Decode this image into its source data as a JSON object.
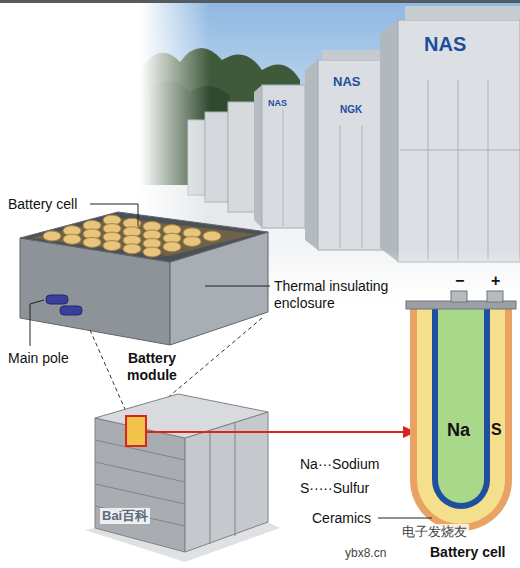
{
  "diagram": {
    "labels": [
      "NAS",
      "NAS",
      "NGK",
      "NAS",
      "Battery cell",
      "Thermal insulating enclosure",
      "Main pole",
      "Battery module",
      "−",
      "+",
      "Na",
      "S",
      "Na···Sodium",
      "S·····Sulfur",
      "Ceramics",
      "Battery cell",
      "Bai百科",
      "电子发烧友",
      "ybx8.cn"
    ]
  }
}
